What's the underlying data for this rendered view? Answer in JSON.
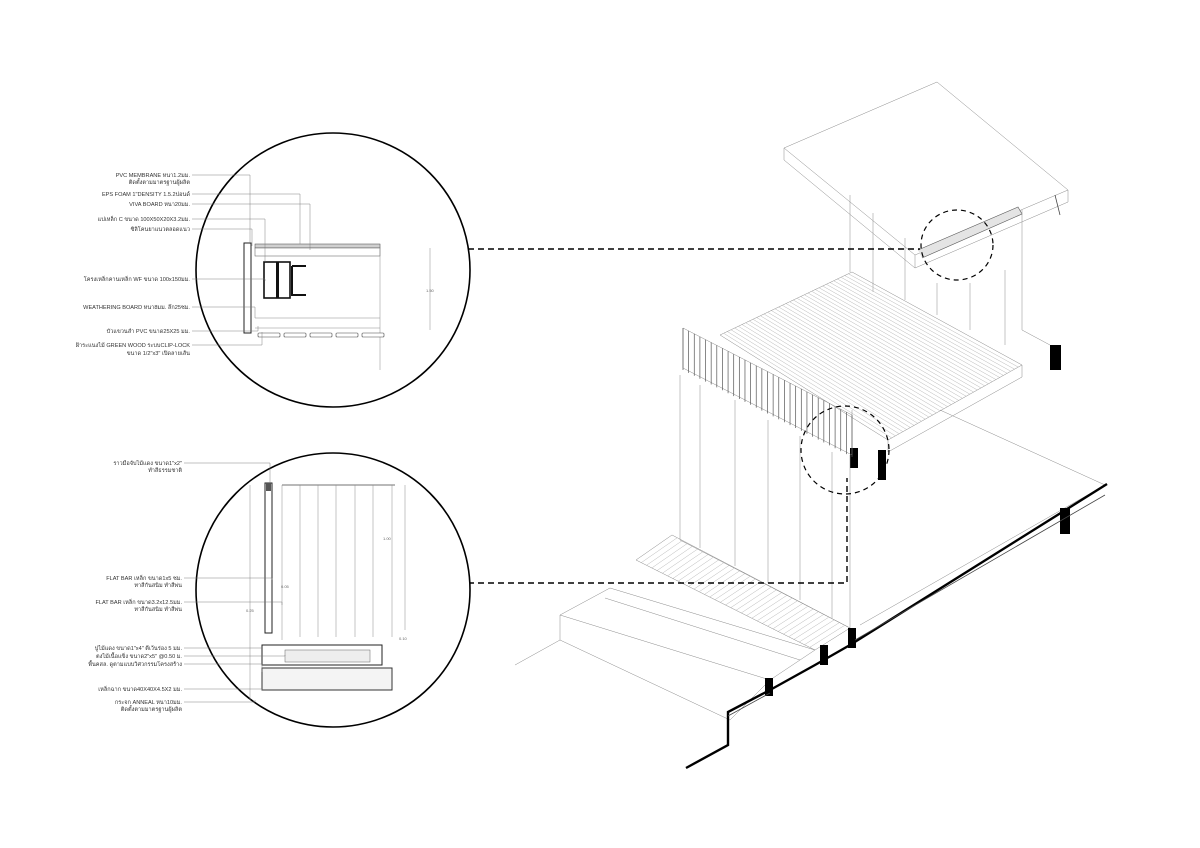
{
  "callout_top": {
    "labels": [
      "PVC MEMBRANE หนา1.2มม.",
      "ติดตั้งตามมาตรฐานผู้ผลิต",
      "EPS FOAM 1\"DENSITY 1.5.2ปอนด์",
      "VIVA BOARD หนา20มม.",
      "แปเหล็ก C ขนาด 100X50X20X3.2มม.",
      "ซิลิโคนยาแนวตลอดแนว",
      "โครงเหล็กคานเหล็ก WF ขนาด 100x150มม.",
      "WEATHERING BOARD หนา8มม. ลึก25ซม.",
      "บัวแขวนสำ PVC ขนาด25X25 มม.",
      "ฝ้าระแนงไม้ GREEN WOOD ระบบCLIP-LOCK",
      "ขนาด 1/2\"x3\" เปิดลายเส้น"
    ],
    "dimension": "1.50"
  },
  "callout_bottom": {
    "labels": [
      "ราวมือจับไม้แดง ขนาด1\"x2\"",
      "ทำสีธรรมชาติ",
      "FLAT BAR เหล็ก ขนาด1x5 ซม.",
      "ทาสีกันสนิม ทำสีพ่น",
      "FLAT BAR เหล็ก ขนาด3.2x12.5มม.",
      "ทาสีกันสนิม ทำสีพ่น",
      "ปูไม้แดง ขนาด1\"x4\" ตีเว้นร่อง 5 มม.",
      "ตงไม้เนื้อแข็ง ขนาด2\"x5\" @0.50 ม.",
      "พื้นคสล. ดูตามแบบวิศวกรรมโครงสร้าง",
      "เหล็กฉาก ขนาด40X40X4.5X2 มม.",
      "กระจก ANNEAL หนา10มม.",
      "ติดตั้งตามมาตรฐานผู้ผลิต"
    ],
    "dimensions": [
      "1.00",
      "0.05",
      "0.25",
      "0.10"
    ]
  },
  "colors": {
    "ink": "#000000",
    "line": "#8a8a8a",
    "text": "#333333",
    "paper": "#ffffff"
  }
}
